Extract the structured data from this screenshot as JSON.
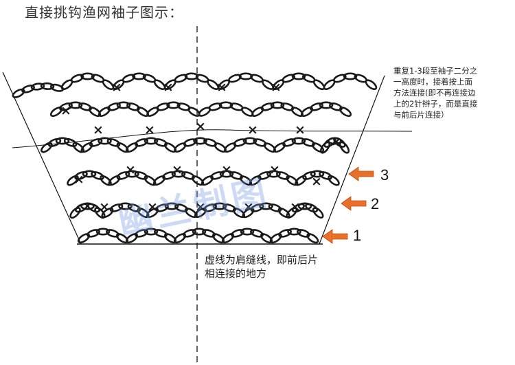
{
  "title": "直接挑钩渔网袖子图示：",
  "note_lines": [
    "重复1-3段至袖子二分之",
    "一高度时，接着按上面",
    "方法连接(即不再连接边",
    "上的2针辫子，而是直接",
    "与前后片连接）"
  ],
  "seam_lines": [
    "虚线为肩缝线，即前后片",
    "相连接的地方"
  ],
  "row_labels": [
    "1",
    "2",
    "3"
  ],
  "watermark": "幽兰制图",
  "colors": {
    "stitch": "#1a1a1a",
    "arrow": "#e8702a",
    "watermark": "#6f96e6"
  }
}
